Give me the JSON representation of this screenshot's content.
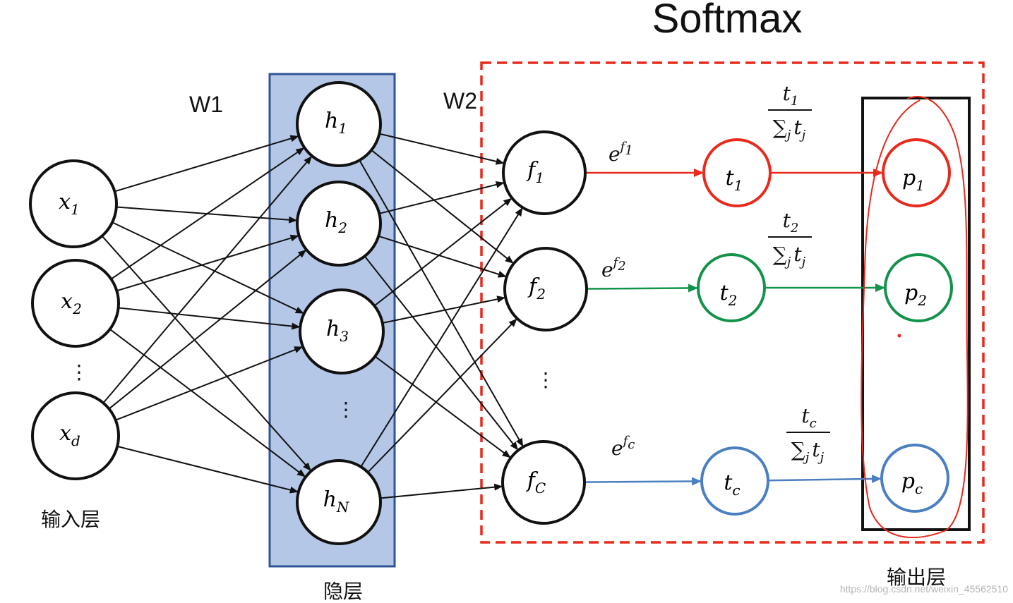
{
  "title": "Softmax",
  "weights": {
    "w1": "W1",
    "w2": "W2"
  },
  "layers": {
    "input": "输入层",
    "hidden": "隐层",
    "output": "输出层"
  },
  "input_nodes": [
    {
      "var": "x",
      "sub": "1"
    },
    {
      "var": "x",
      "sub": "2"
    },
    {
      "var": "x",
      "sub": "d"
    }
  ],
  "hidden_nodes": [
    {
      "var": "h",
      "sub": "1"
    },
    {
      "var": "h",
      "sub": "2"
    },
    {
      "var": "h",
      "sub": "3"
    },
    {
      "var": "h",
      "sub": "N"
    }
  ],
  "logit_nodes": [
    {
      "var": "f",
      "sub": "1"
    },
    {
      "var": "f",
      "sub": "2"
    },
    {
      "var": "f",
      "sub": "C"
    }
  ],
  "exp_nodes": [
    {
      "var": "t",
      "sub": "1"
    },
    {
      "var": "t",
      "sub": "2"
    },
    {
      "var": "t",
      "sub": "c"
    }
  ],
  "prob_nodes": [
    {
      "var": "p",
      "sub": "1"
    },
    {
      "var": "p",
      "sub": "2"
    },
    {
      "var": "p",
      "sub": "c"
    }
  ],
  "exp_labels": [
    {
      "base": "e",
      "sup": "f",
      "supsub": "1"
    },
    {
      "base": "e",
      "sup": "f",
      "supsub": "2"
    },
    {
      "base": "e",
      "sup": "f",
      "supsub": "c"
    }
  ],
  "fractions": [
    {
      "num_var": "t",
      "num_sub": "1",
      "den_sum": "∑",
      "den_idx": "j",
      "den_var": "t",
      "den_sub": "j"
    },
    {
      "num_var": "t",
      "num_sub": "2",
      "den_sum": "∑",
      "den_idx": "j",
      "den_var": "t",
      "den_sub": "j"
    },
    {
      "num_var": "t",
      "num_sub": "c",
      "den_sum": "∑",
      "den_idx": "j",
      "den_var": "t",
      "den_sub": "j"
    }
  ],
  "ellipsis": "⋮",
  "colors": {
    "row1": "#e8291c",
    "row2": "#13924a",
    "row3": "#4a7fc1",
    "hidden_fill": "#b4c7e7",
    "hidden_stroke": "#2f5597",
    "softmax_box": "#e8291c",
    "output_box": "#111111",
    "annotation": "#e8291c"
  },
  "watermark": "https://blog.csdn.net/weixin_45562510"
}
